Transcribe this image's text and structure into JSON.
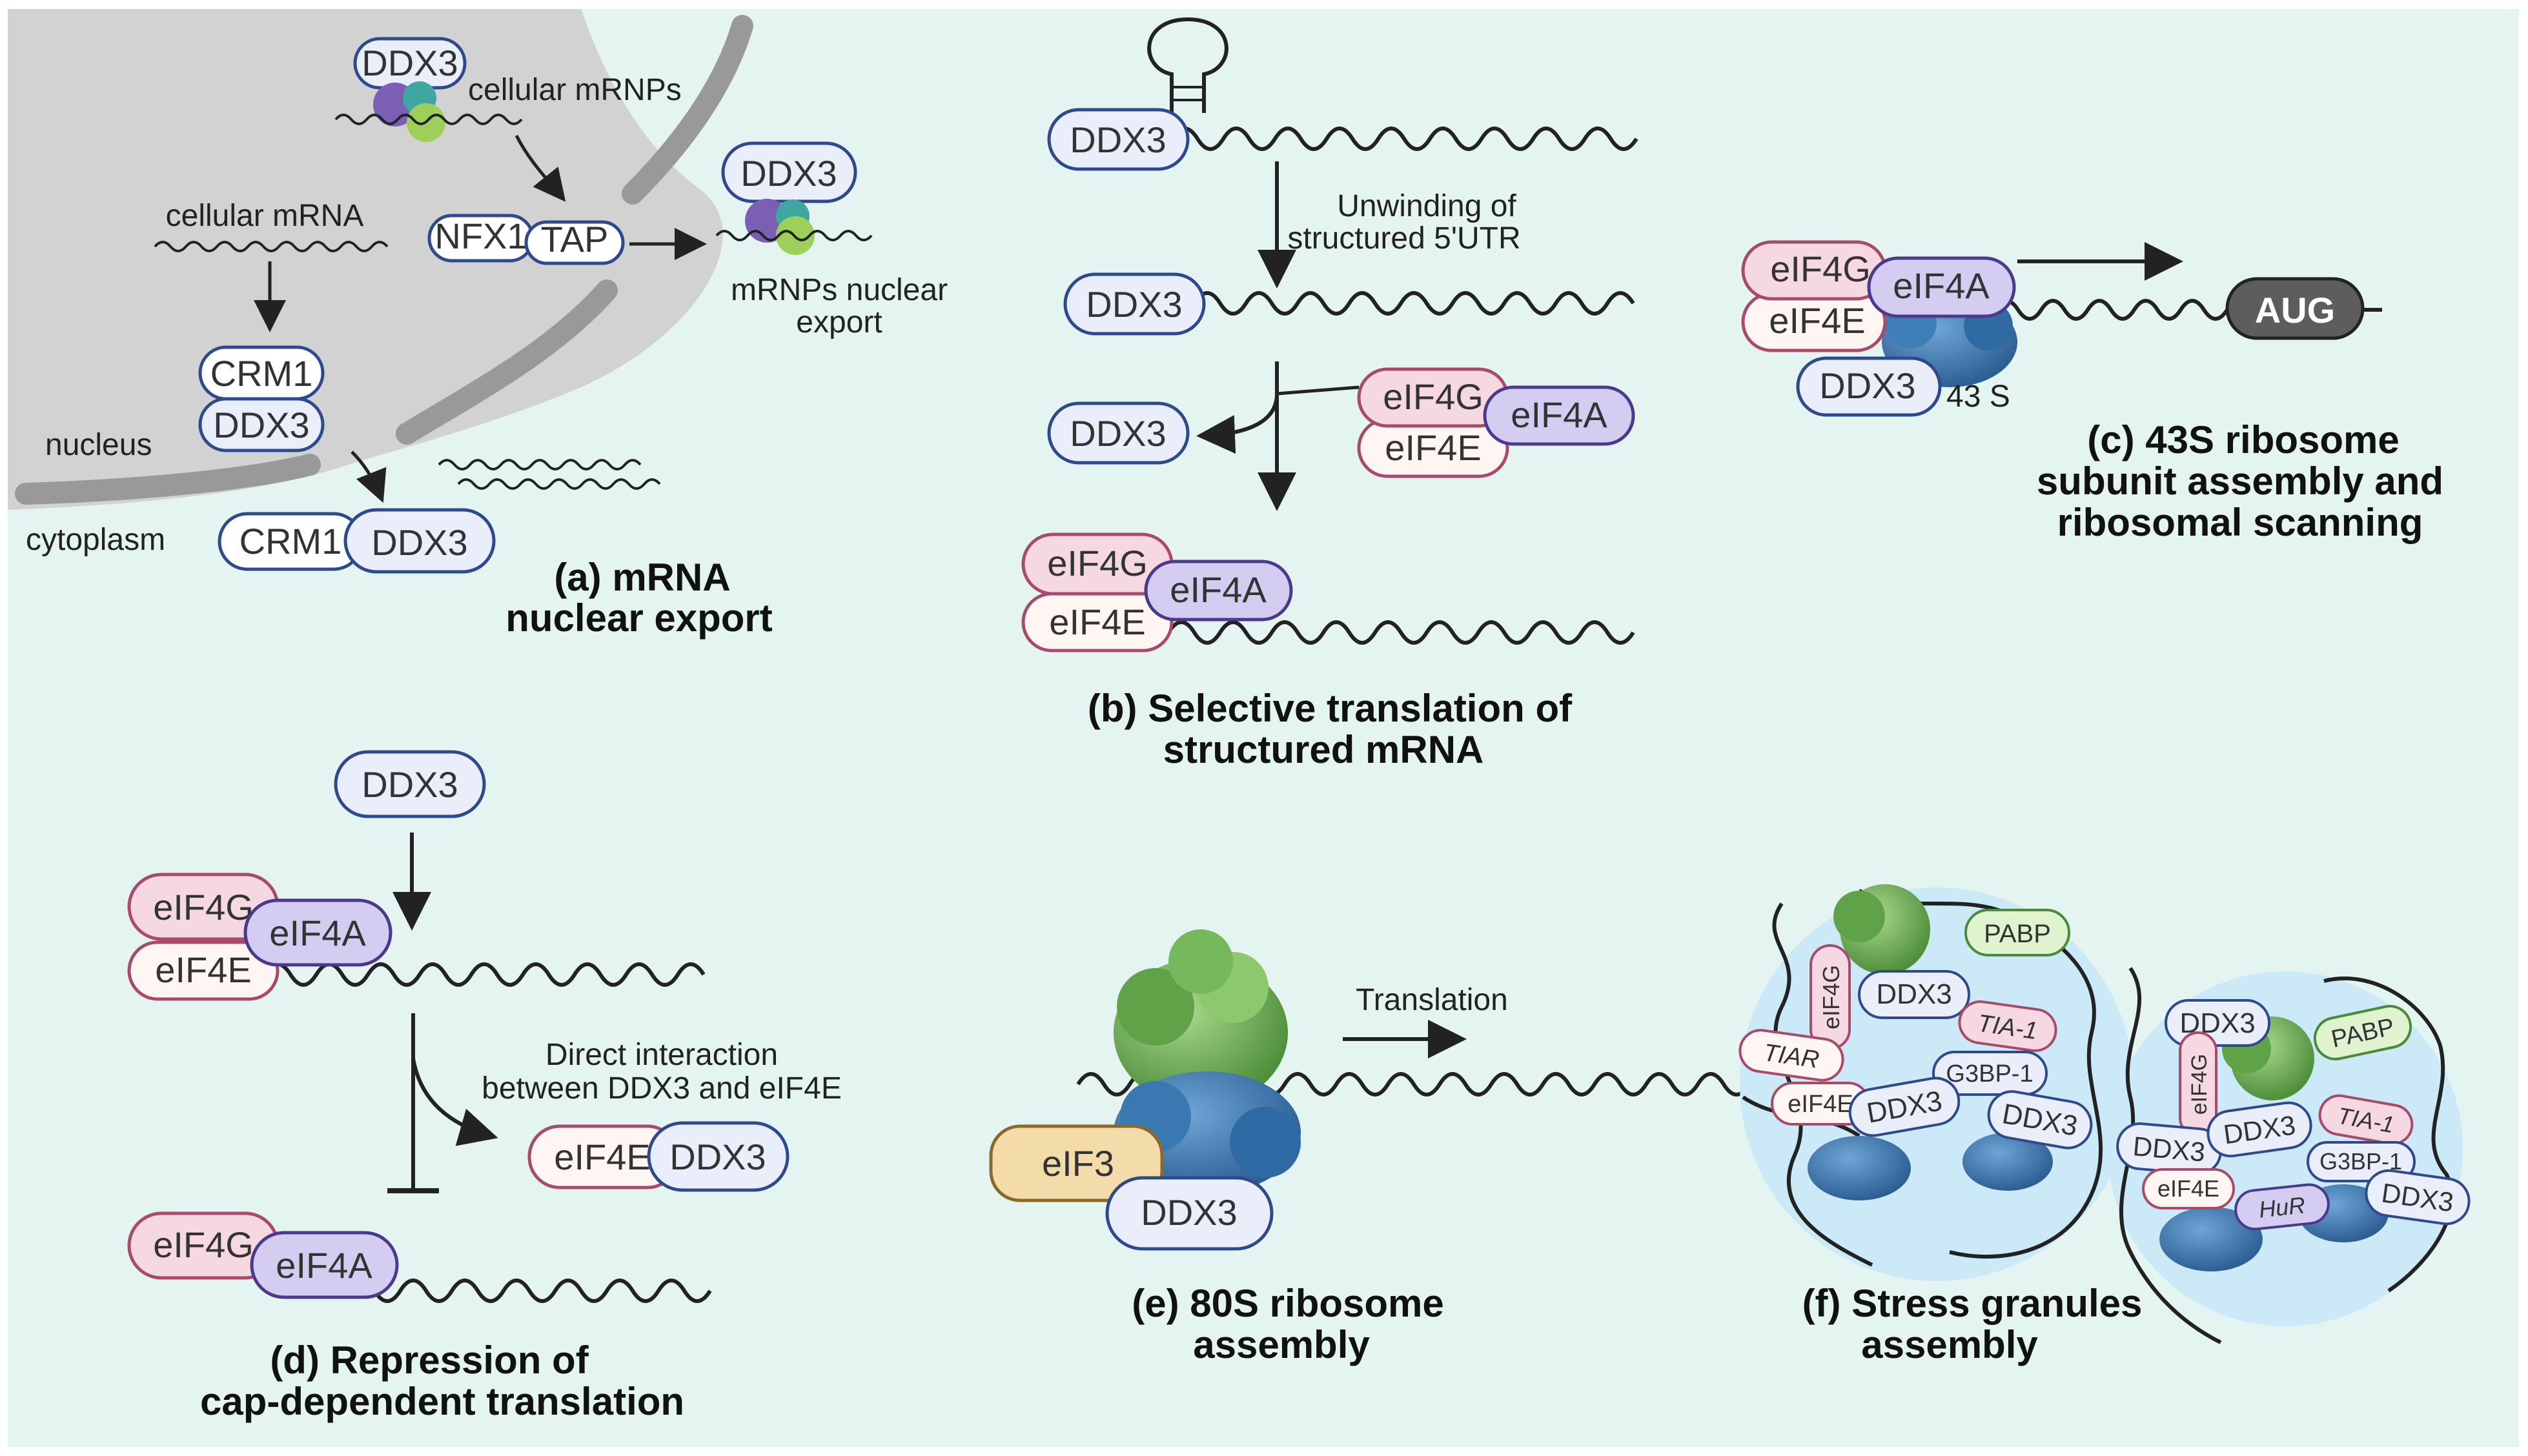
{
  "colors": {
    "background": "#e3f4f1",
    "nucleus": "#d0d0d0",
    "membrane": "#9a9a9a",
    "ddx3_fill": "#e9eefa",
    "ddx3_stroke": "#2e4a8c",
    "eif4g_fill": "#f6d8e2",
    "eif4a_fill": "#d4cdf1",
    "eif4e_fill": "#fff5f3",
    "eif3_fill": "#f3dca9",
    "aug_fill": "#5d5d5d",
    "ribosome_green": "#6fb05a",
    "ribosome_blue": "#3f7fb8",
    "pabp_fill": "#dff3cf",
    "granule": "#cbe9f6"
  },
  "panel_a": {
    "ddx3_top": "DDX3",
    "cellular_mrnps": "cellular mRNPs",
    "ddx3_export": "DDX3",
    "nfx1": "NFX1",
    "tap": "TAP",
    "mrnps_export_line1": "mRNPs nuclear",
    "mrnps_export_line2": "export",
    "cellular_mrna": "cellular  mRNA",
    "crm1": "CRM1",
    "ddx3": "DDX3",
    "nucleus": "nucleus",
    "cytoplasm": "cytoplasm",
    "crm1_out": "CRM1",
    "ddx3_out": "DDX3",
    "caption_line1": "(a) mRNA",
    "caption_line2": "nuclear export"
  },
  "panel_b": {
    "ddx3_1": "DDX3",
    "unwinding_line1": "Unwinding  of",
    "unwinding_line2": "structured 5'UTR",
    "ddx3_2": "DDX3",
    "ddx3_3": "DDX3",
    "eif4g": "eIF4G",
    "eif4a": "eIF4A",
    "eif4e": "eIF4E",
    "eif4g_b": "eIF4G",
    "eif4a_b": "eIF4A",
    "eif4e_b": "eIF4E",
    "caption_line1": "(b) Selective translation of",
    "caption_line2": "structured mRNA"
  },
  "panel_c": {
    "eif4g": "eIF4G",
    "eif4a": "eIF4A",
    "eif4e": "eIF4E",
    "ddx3": "DDX3",
    "s43": "43 S",
    "aug": "AUG",
    "caption_line1": "(c) 43S ribosome",
    "caption_line2": "subunit assembly and",
    "caption_line3": "ribosomal scanning"
  },
  "panel_d": {
    "ddx3": "DDX3",
    "eif4g": "eIF4G",
    "eif4a": "eIF4A",
    "eif4e": "eIF4E",
    "direct_line1": "Direct interaction",
    "direct_line2": "between DDX3 and eIF4E",
    "eif4e_b": "eIF4E",
    "ddx3_b": "DDX3",
    "eif4g_b": "eIF4G",
    "eif4a_b": "eIF4A",
    "caption_line1": "(d)  Repression of",
    "caption_line2": "cap-dependent translation"
  },
  "panel_e": {
    "translation": "Translation",
    "eif3": "eIF3",
    "ddx3": "DDX3",
    "caption_line1": "(e) 80S ribosome",
    "caption_line2": "assembly"
  },
  "panel_f": {
    "pabp_1": "PABP",
    "eif4g_1": "eIF4G",
    "ddx3_1a": "DDX3",
    "tia1_1": "TIA-1",
    "tiar_1": "TIAR",
    "g3bp1_1": "G3BP-1",
    "eif4e_1": "eIF4E",
    "ddx3_1b": "DDX3",
    "ddx3_1c": "DDX3",
    "ddx3_2a": "DDX3",
    "pabp_2": "PABP",
    "eif4g_2": "eIF4G",
    "ddx3_2b": "DDX3",
    "ddx3_2c": "DDX3",
    "tia1_2": "TIA-1",
    "g3bp1_2": "G3BP-1",
    "eif4e_2": "eIF4E",
    "hur_2": "HuR",
    "ddx3_2d": "DDX3",
    "caption_line1": "(f) Stress granules",
    "caption_line2": "assembly"
  }
}
